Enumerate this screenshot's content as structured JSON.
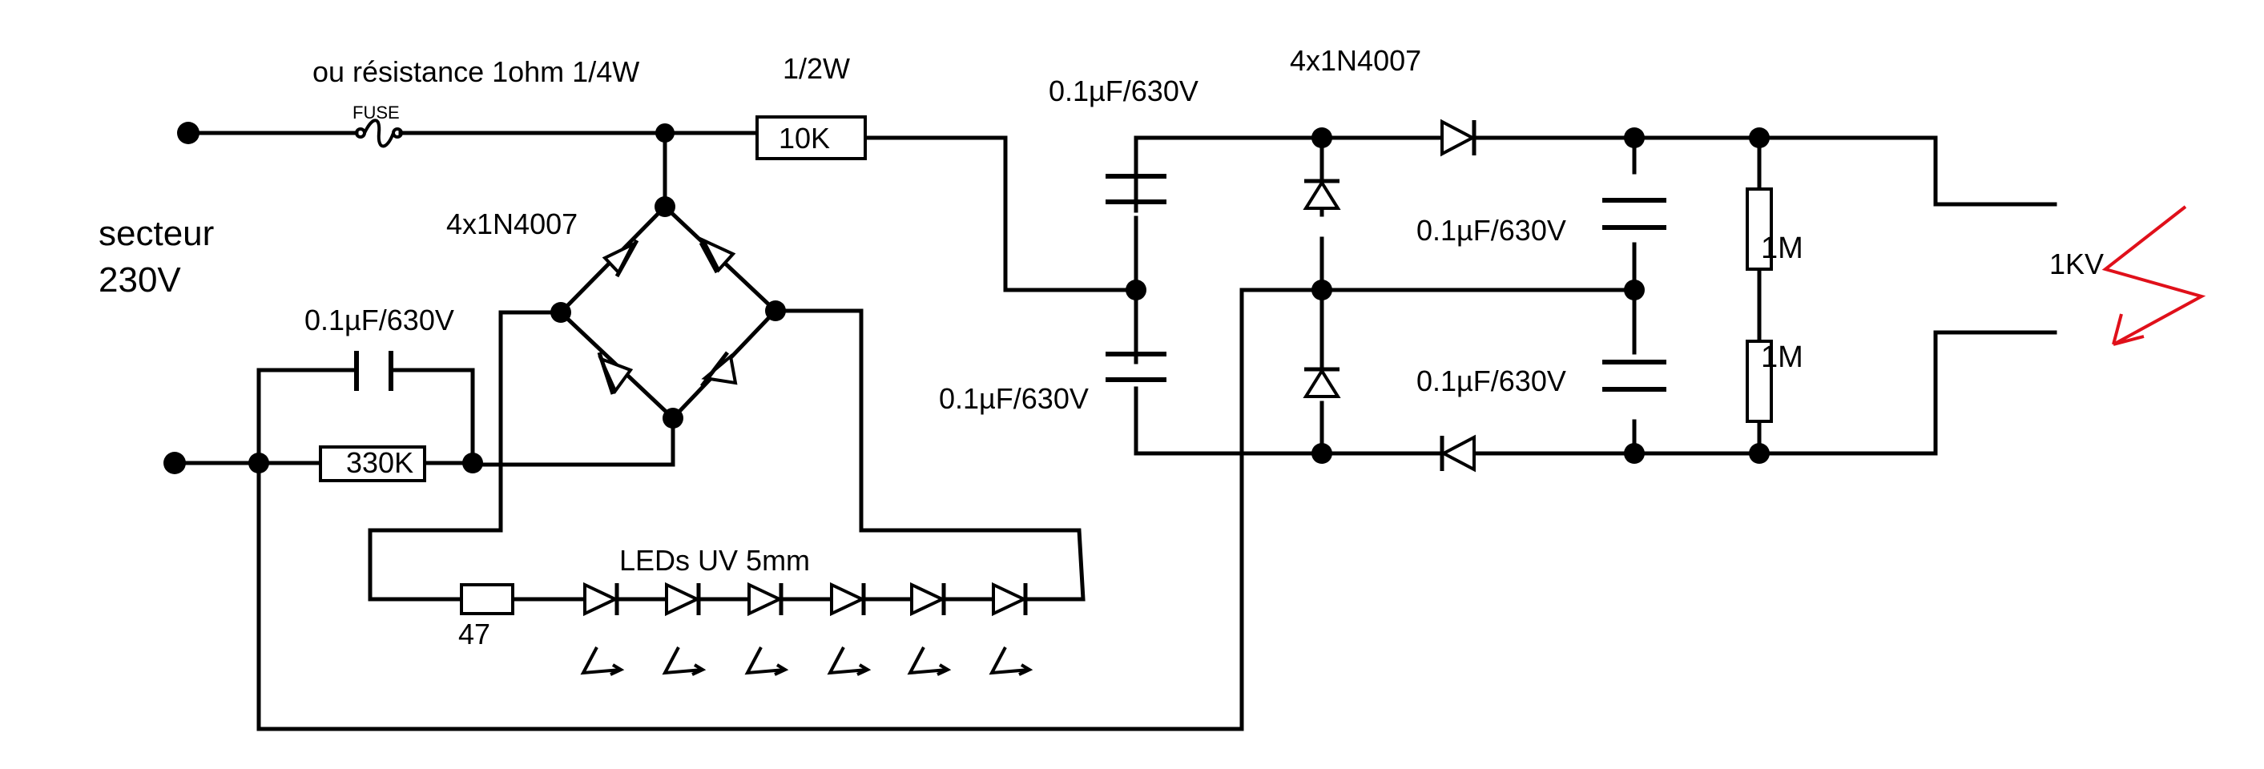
{
  "labels": {
    "fuse_note": "ou résistance 1ohm 1/4W",
    "fuse": "FUSE",
    "resistor_power": "1/2W",
    "r_10k": "10K",
    "mains_line1": "secteur",
    "mains_line2": "230V",
    "bridge": "4x1N4007",
    "cap_input": "0.1µF/630V",
    "r_330k": "330K",
    "r_47": "47",
    "leds": "LEDs UV 5mm",
    "cap_top": "0.1µF/630V",
    "cap_bottom": "0.1µF/630V",
    "multiplier_diodes": "4x1N4007",
    "cap_mid_top": "0.1µF/630V",
    "cap_mid_bottom": "0.1µF/630V",
    "r_1m_top": "1M",
    "r_1m_bottom": "1M",
    "output": "1KV"
  },
  "colors": {
    "wire": "#000000",
    "spark": "#e0101a"
  }
}
